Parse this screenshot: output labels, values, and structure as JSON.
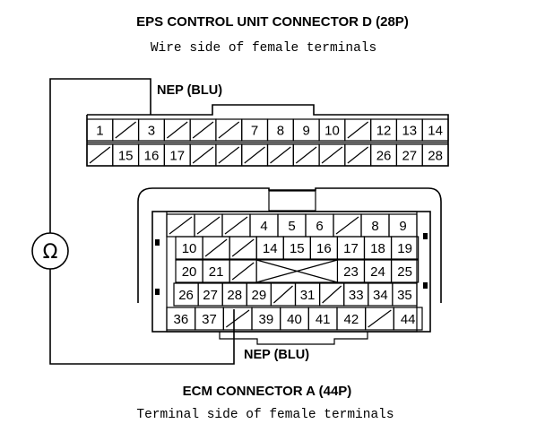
{
  "eps": {
    "title": "EPS CONTROL UNIT CONNECTOR D (28P)",
    "subtitle": "Wire side of female terminals",
    "wire_label": "NEP (BLU)",
    "row1": [
      "1",
      "/",
      "3",
      "/",
      "/",
      "/",
      "7",
      "8",
      "9",
      "10",
      "/",
      "12",
      "13",
      "14"
    ],
    "row2": [
      "/",
      "15",
      "16",
      "17",
      "/",
      "/",
      "/",
      "/",
      "/",
      "/",
      "/",
      "26",
      "27",
      "28"
    ]
  },
  "ecm": {
    "title": "ECM CONNECTOR A (44P)",
    "subtitle": "Terminal side of female terminals",
    "wire_label": "NEP (BLU)",
    "row1": [
      "/",
      "/",
      "/",
      "4",
      "5",
      "6",
      "/",
      "8",
      "9"
    ],
    "row2": [
      "10",
      "/",
      "/",
      "14",
      "15",
      "16",
      "17",
      "18",
      "19"
    ],
    "row3": [
      "20",
      "21",
      "/",
      "X",
      "X",
      "X",
      "23",
      "24",
      "25"
    ],
    "row4": [
      "26",
      "27",
      "28",
      "29",
      "/",
      "31",
      "/",
      "33",
      "34",
      "35"
    ],
    "row5": [
      "36",
      "37",
      "/",
      "39",
      "40",
      "41",
      "42",
      "/",
      "44"
    ]
  },
  "meter": {
    "symbol": "Ω",
    "icon": "ohmmeter-icon"
  }
}
